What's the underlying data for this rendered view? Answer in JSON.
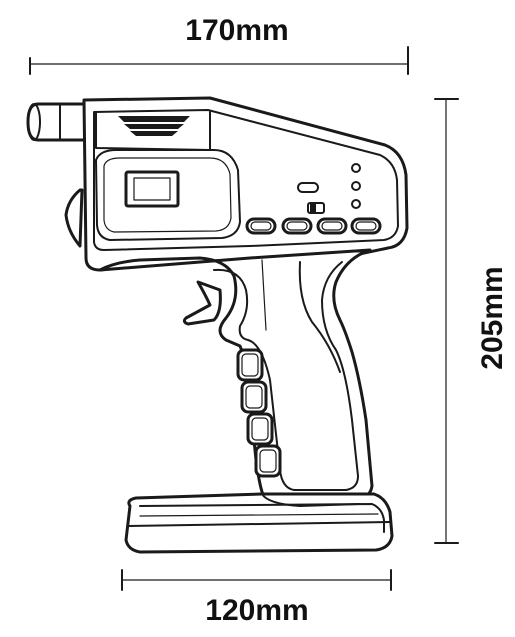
{
  "dimensions": {
    "width_label": "170mm",
    "height_label": "205mm",
    "base_label": "120mm"
  },
  "colors": {
    "line": "#1a1a1a",
    "background": "#ffffff"
  }
}
